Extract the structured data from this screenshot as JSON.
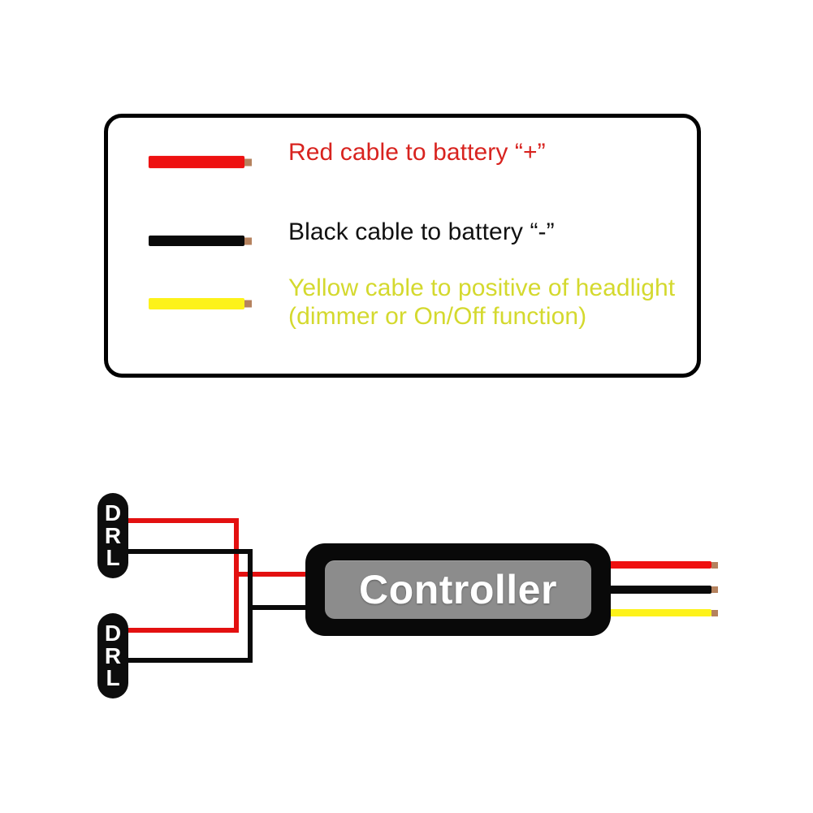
{
  "legend": {
    "items": [
      {
        "wire_color_name": "red-wire-sample",
        "color": "#ee1111",
        "label": "Red cable to battery  “+”",
        "text_color": "#d8231f"
      },
      {
        "wire_color_name": "black-wire-sample",
        "color": "#0a0a0a",
        "label": "Black cable to battery  “-”",
        "text_color": "#111111"
      },
      {
        "wire_color_name": "yellow-wire-sample",
        "color": "#fdf21a",
        "label_line1": "Yellow cable to positive of headlight",
        "label_line2": "(dimmer or On/Off function)",
        "text_color": "#d4d92e"
      }
    ],
    "tip_color": "#b5825e"
  },
  "diagram": {
    "controller": {
      "label": "Controller",
      "body_color": "#090909",
      "inner_color": "#8c8c8c",
      "label_color": "#ffffff"
    },
    "connectors": [
      {
        "name": "drl-top",
        "letters": [
          "D",
          "R",
          "L"
        ]
      },
      {
        "name": "drl-bottom",
        "letters": [
          "D",
          "R",
          "L"
        ]
      }
    ],
    "output_leads": [
      {
        "name": "red-output-lead",
        "color": "#ef1010"
      },
      {
        "name": "black-output-lead",
        "color": "#0a0a0a"
      },
      {
        "name": "yellow-output-lead",
        "color": "#fdf21a"
      }
    ],
    "wire_colors": {
      "positive": "#cc0000",
      "negative": "#0a0a0a"
    }
  }
}
